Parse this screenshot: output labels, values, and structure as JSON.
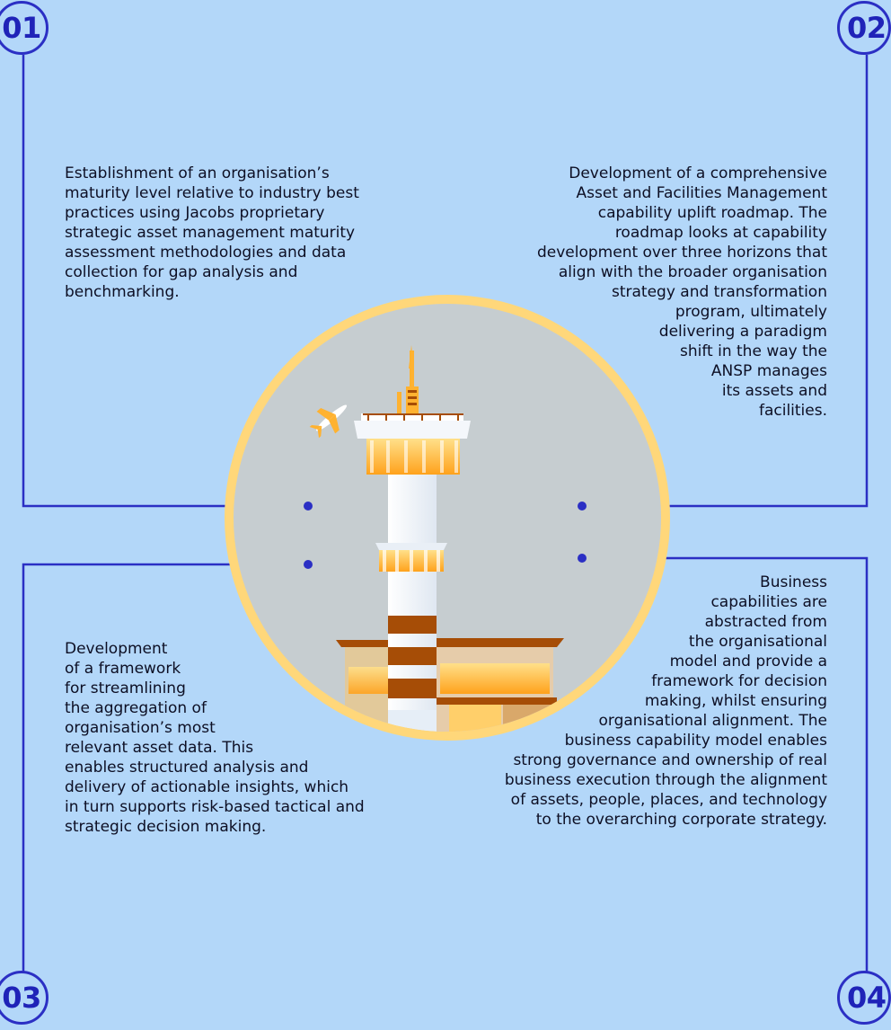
{
  "steps": [
    {
      "number": "01",
      "text": "Establishment of an organisation’s\nmaturity level relative to industry best\npractices using Jacobs proprietary\nstrategic asset management maturity\nassessment methodologies and data\ncollection for gap analysis and\nbenchmarking."
    },
    {
      "number": "02",
      "text": "Development of a comprehensive\nAsset and Facilities Management\ncapability uplift roadmap. The\nroadmap looks at capability\ndevelopment over three horizons that\nalign with the broader organisation\nstrategy and transformation\nprogram, ultimately\ndelivering a paradigm\nshift in the way the\nANSP manages\nits assets and\nfacilities."
    },
    {
      "number": "03",
      "text": "Development\nof a framework\nfor streamlining\nthe aggregation of\norganisation’s most\nrelevant asset data. This\nenables structured analysis and\ndelivery of actionable insights, which\nin turn supports risk-based tactical and\nstrategic decision making."
    },
    {
      "number": "04",
      "text": "Business\ncapabilities are\nabstracted from\nthe organisational\nmodel and provide a\nframework for decision\nmaking, whilst ensuring\norganisational alignment. The\nbusiness capability model enables\nstrong governance and ownership of real\nbusiness execution through the alignment\nof assets, people, places, and technology\nto the overarching corporate strategy."
    }
  ],
  "colors": {
    "background": "#b3d7f9",
    "line": "#2b2fc4",
    "ring": "#ffd77a",
    "circle_fill": "#c6cdd0",
    "tower_brown": "#a64d06",
    "tower_white": "#f3f7fb",
    "glow_orange": "#ffb230"
  },
  "icons": {
    "illustration": "air-traffic-control-tower",
    "plane": "airplane-icon"
  }
}
